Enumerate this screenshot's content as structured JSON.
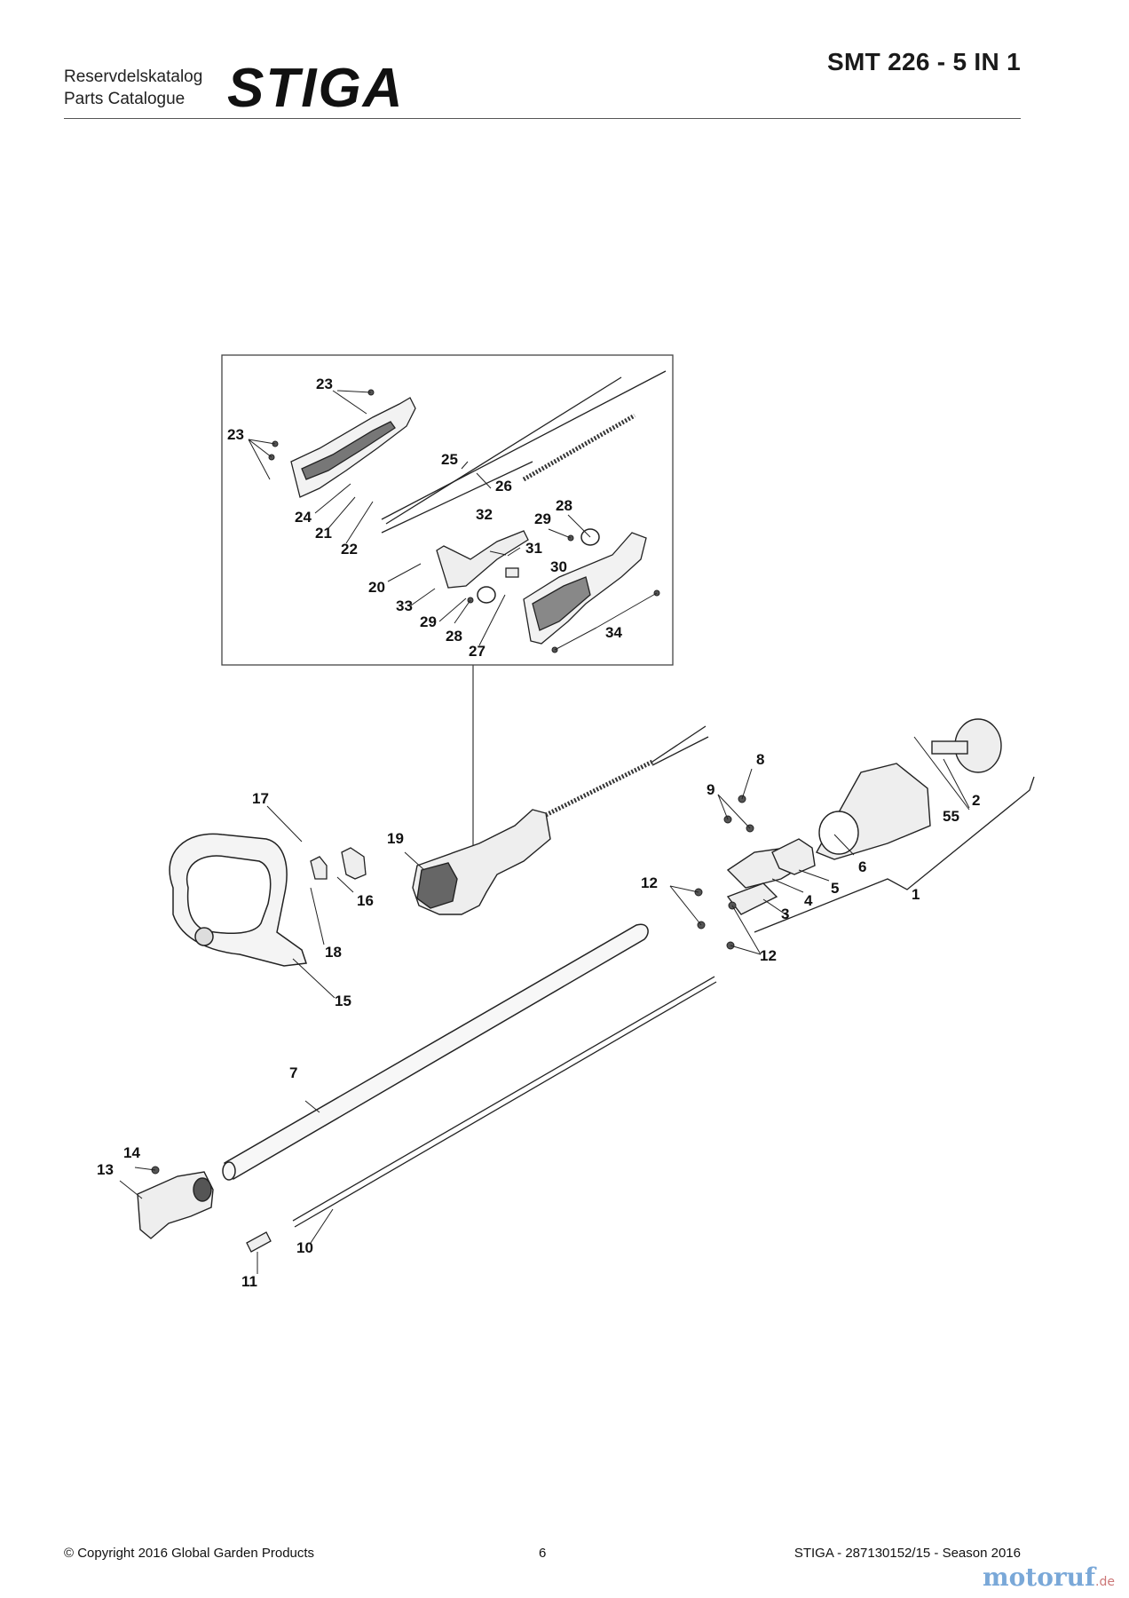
{
  "header": {
    "catalog_line1": "Reservdelskatalog",
    "catalog_line2": "Parts Catalogue",
    "brand": "STIGA",
    "model": "SMT 226 - 5 IN 1"
  },
  "parts": {
    "p1": "1",
    "p2": "2",
    "p3": "3",
    "p4": "4",
    "p5": "5",
    "p6": "6",
    "p7": "7",
    "p8": "8",
    "p9": "9",
    "p10": "10",
    "p11": "11",
    "p12": "12",
    "p13": "13",
    "p14": "14",
    "p15": "15",
    "p16": "16",
    "p17": "17",
    "p18": "18",
    "p19": "19",
    "p20": "20",
    "p21": "21",
    "p22": "22",
    "p23": "23",
    "p24": "24",
    "p25": "25",
    "p26": "26",
    "p27": "27",
    "p28": "28",
    "p29": "29",
    "p30": "30",
    "p31": "31",
    "p32": "32",
    "p33": "33",
    "p34": "34",
    "p55": "55"
  },
  "footer": {
    "copyright": "© Copyright 2016 Global Garden Products",
    "page": "6",
    "doc_ref": "STIGA - 287130152/15 - Season 2016"
  },
  "watermark": {
    "text": "motoruf",
    "suffix": ".de"
  }
}
